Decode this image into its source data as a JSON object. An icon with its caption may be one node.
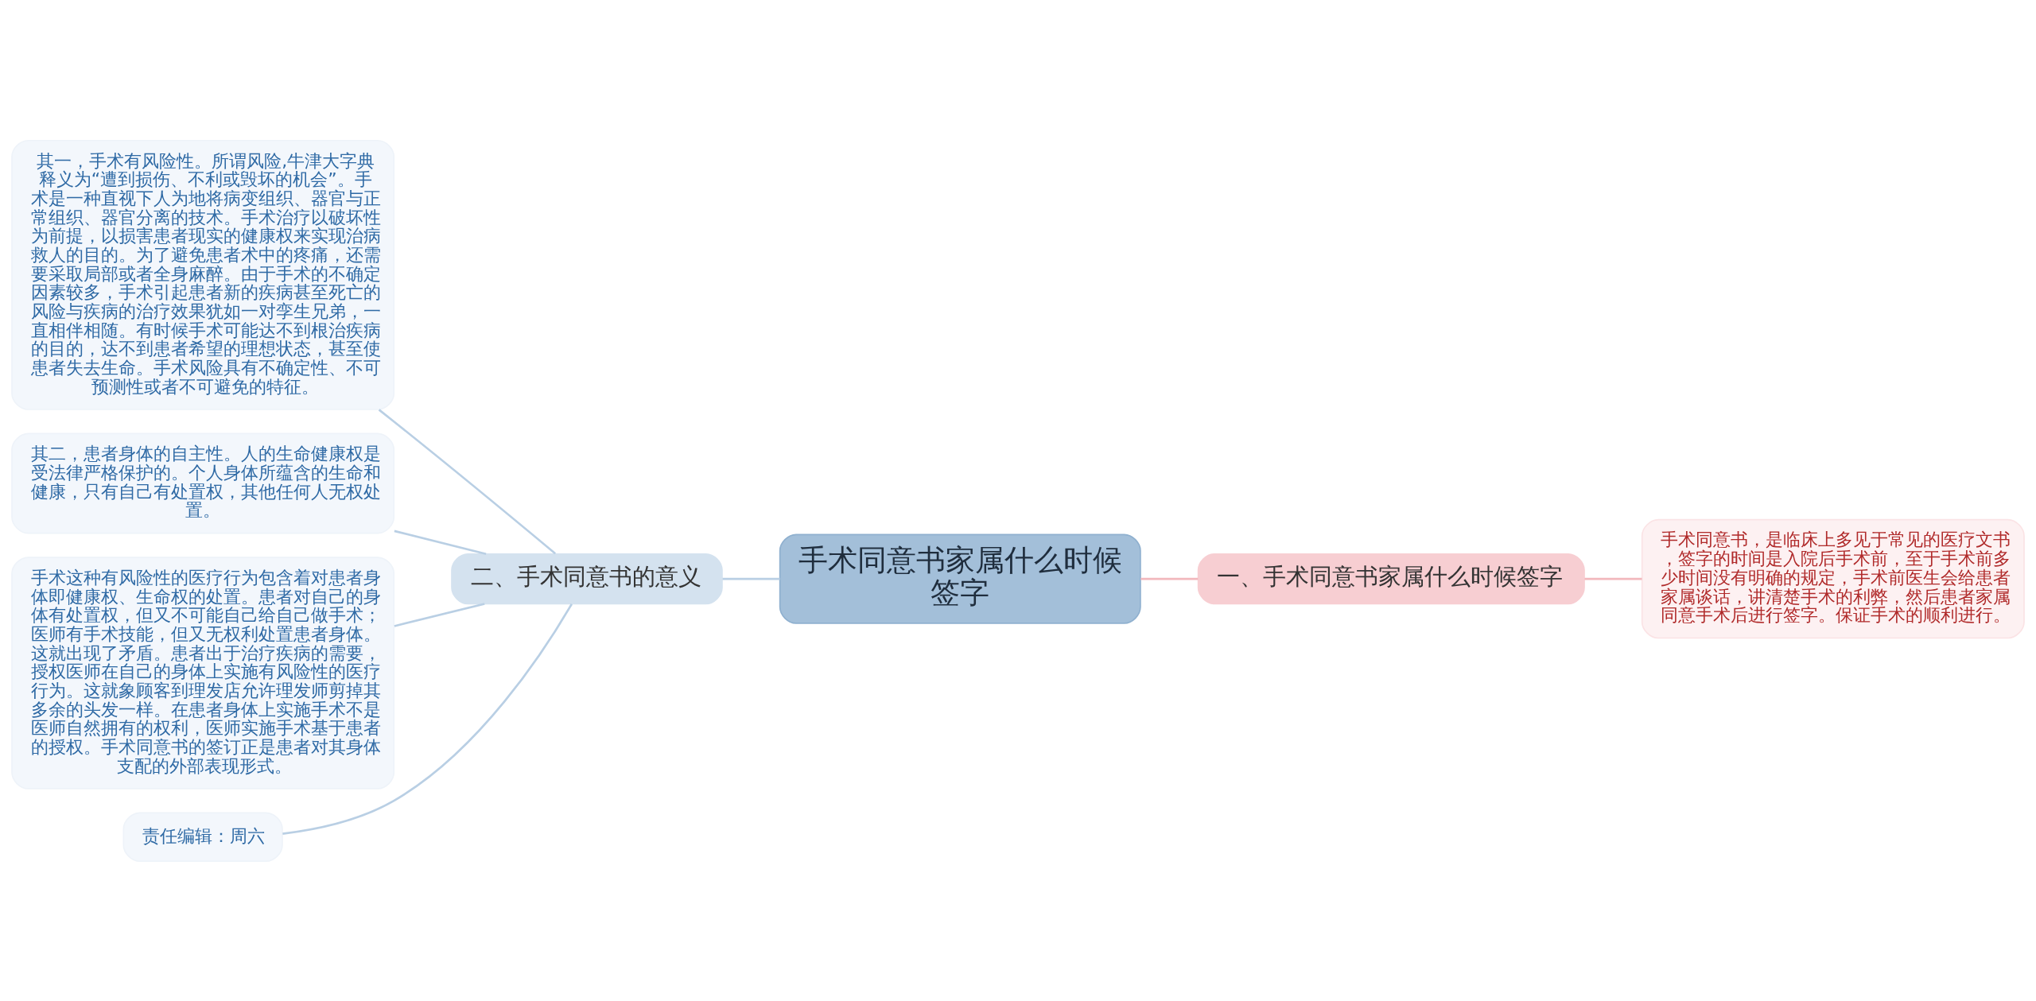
{
  "diagram": {
    "nodes": [
      {
        "text": [
          "手术同意书家属什么时候签字"
        ]
      },
      {
        "text": [
          "一、手术同意书家属什么时候签字"
        ]
      },
      {
        "text": [
          "手术同意书，是临床上多见于常见的医疗文书，签字的时间是入院后手术前，至于手术前多少时间没有明确的规定，手术前医生会给患者家属谈话，讲清楚手术的利弊，然后患者家属同意手术后进行签字。保证手术的顺利进行。"
        ]
      },
      {
        "text": [
          "二、手术同意书的意义"
        ]
      },
      {
        "text": [
          "其一，手术有风险性。所谓风险,牛津大字典释义为“遭到损伤、不利或毁坏的机会”。手术是一种直视下人为地将病变组织、器官与正常组织、器官分离的技术。手术治疗以破坏性为前提，以损害患者现实的健康权来实现治病救人的目的。为了避免患者术中的疼痛，还需要采取局部或者全身麻醉。由于手术的不确定因素较多，手术引起患者新的疾病甚至死亡的风险与疾病的治疗效果犹如一对孪生兄弟，一直相伴相随。有时候手术可能达不到根治疾病的目的，达不到患者希望的理想状态，甚至使患者失去生命。手术风险具有不确定性、不可预测性或者不可避免的特征。"
        ]
      },
      {
        "text": [
          "其二，患者身体的自主性。人的生命健康权是受法律严格保护的。个人身体所蕴含的生命和健康，只有自己有处置权，其他任何人无权处置。"
        ]
      },
      {
        "text": [
          "手术这种有风险性的医疗行为包含着对患者身体即健康权、生命权的处置。患者对自己的身体有处置权，但又不可能自己给自己做手术；医师有手术技能，但又无权利处置患者身体。这就出现了矛盾。患者出于治疗疾病的需要，授权医师在自己的身体上实施有风险性的医疗行为。这就象顾客到理发店允许理发师剪掉其多余的头发一样。在患者身体上实施手术不是医师自然拥有的权利，医师实施手术基于患者的授权。手术同意书的签订正是患者对其身体支配的外部表现形式。"
        ]
      },
      {
        "text": [
          "责任编辑：周六"
        ]
      }
    ],
    "edges": [
      {
        "from": 0,
        "to": 1,
        "arrow": "none",
        "color": "#f2b8bd"
      },
      {
        "from": 1,
        "to": 2,
        "arrow": "none",
        "color": "#f2b8bd"
      },
      {
        "from": 0,
        "to": 3,
        "arrow": "none"
      },
      {
        "from": 3,
        "to": 4,
        "arrow": "none"
      },
      {
        "from": 3,
        "to": 5,
        "arrow": "none"
      },
      {
        "from": 3,
        "to": 6,
        "arrow": "none"
      },
      {
        "from": 3,
        "to": 7,
        "arrow": "none"
      }
    ]
  }
}
